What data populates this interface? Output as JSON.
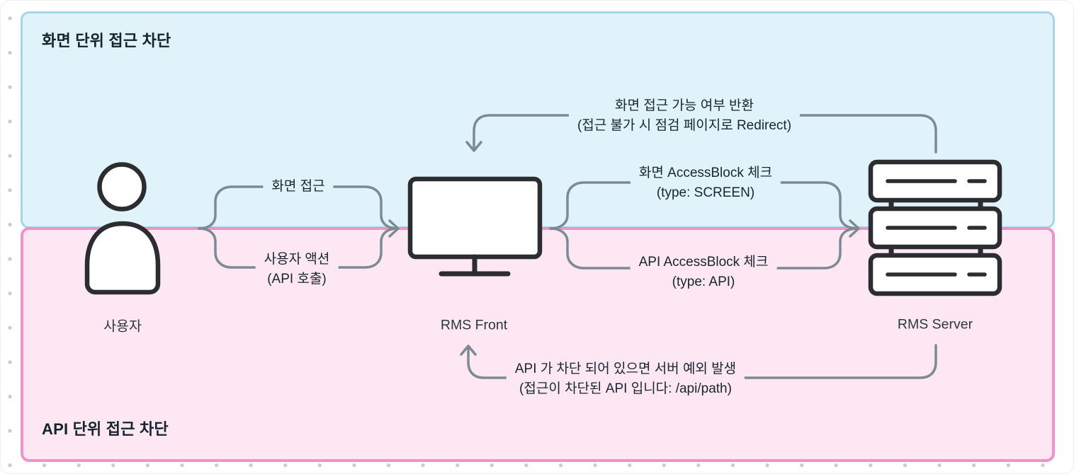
{
  "regions": {
    "screen_block": {
      "title": "화면 단위 접근 차단"
    },
    "api_block": {
      "title": "API 단위 접근 차단"
    }
  },
  "nodes": {
    "user": {
      "label": "사용자",
      "icon": "person-icon"
    },
    "front": {
      "label": "RMS Front",
      "icon": "monitor-icon"
    },
    "server": {
      "label": "RMS Server",
      "icon": "server-stack-icon"
    }
  },
  "edges": {
    "screen_access": {
      "label": "화면 접근"
    },
    "user_action": {
      "line1": "사용자 액션",
      "line2": "(API 호출)"
    },
    "screen_check": {
      "line1": "화면 AccessBlock 체크",
      "line2": "(type: SCREEN)"
    },
    "api_check": {
      "line1": "API AccessBlock 체크",
      "line2": "(type: API)"
    },
    "screen_return": {
      "line1": "화면 접근 가능 여부 반환",
      "line2": "(접근 불가 시 점검 페이지로 Redirect)"
    },
    "api_exception": {
      "line1": "API 가 차단 되어 있으면 서버 예외 발생",
      "line2": "(접근이 차단된 API 입니다: /api/path)"
    }
  },
  "colors": {
    "screen_fill": "#e0f2fa",
    "screen_border": "#a7d4e6",
    "api_fill": "#fce7f3",
    "api_border": "#ee93c9",
    "arrow": "#7d8a94",
    "icon_stroke": "#2b2d31",
    "icon_fill": "#ffffff",
    "text": "#17262f",
    "title": "#14232c",
    "node_label": "#2c3740",
    "dot": "#c9ccd2"
  }
}
